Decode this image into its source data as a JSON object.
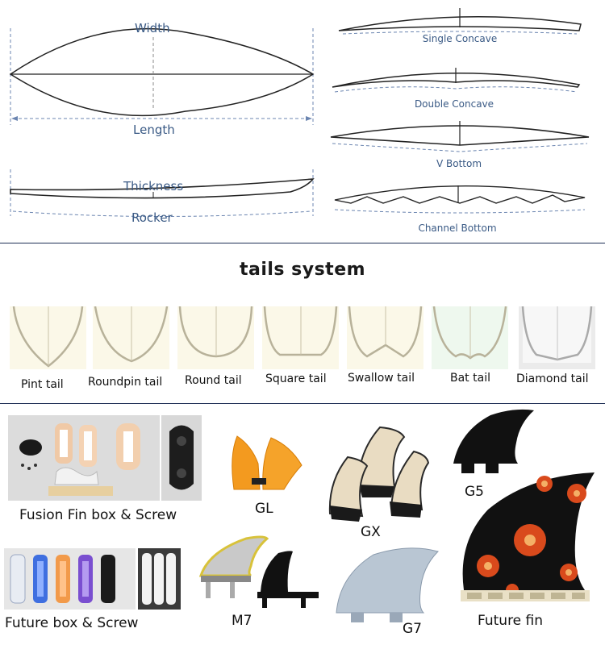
{
  "dimensions": {
    "width": "Width",
    "length": "Length",
    "thickness": "Thickness",
    "rocker": "Rocker"
  },
  "bottoms": {
    "single": "Single Concave",
    "double": "Double Concave",
    "v": "V Bottom",
    "channel": "Channel Bottom"
  },
  "tails": {
    "title": "tails system",
    "items": [
      "Pint tail",
      "Roundpin tail",
      "Round tail",
      "Square tail",
      "Swallow tail",
      "Bat tail",
      "Diamond tail"
    ]
  },
  "fins": {
    "fusion": "Fusion Fin box & Screw",
    "future_box": "Future box & Screw",
    "gl": "GL",
    "gx": "GX",
    "g5": "G5",
    "m7": "M7",
    "g7": "G7",
    "future_fin": "Future fin"
  },
  "colors": {
    "line_blue": "#3a5a85",
    "divider": "#1f2f55",
    "orange_fin": "#f39a1f",
    "fin_black": "#111111",
    "fin_grey": "#b9c6d3",
    "flower_red": "#d94a1c"
  }
}
